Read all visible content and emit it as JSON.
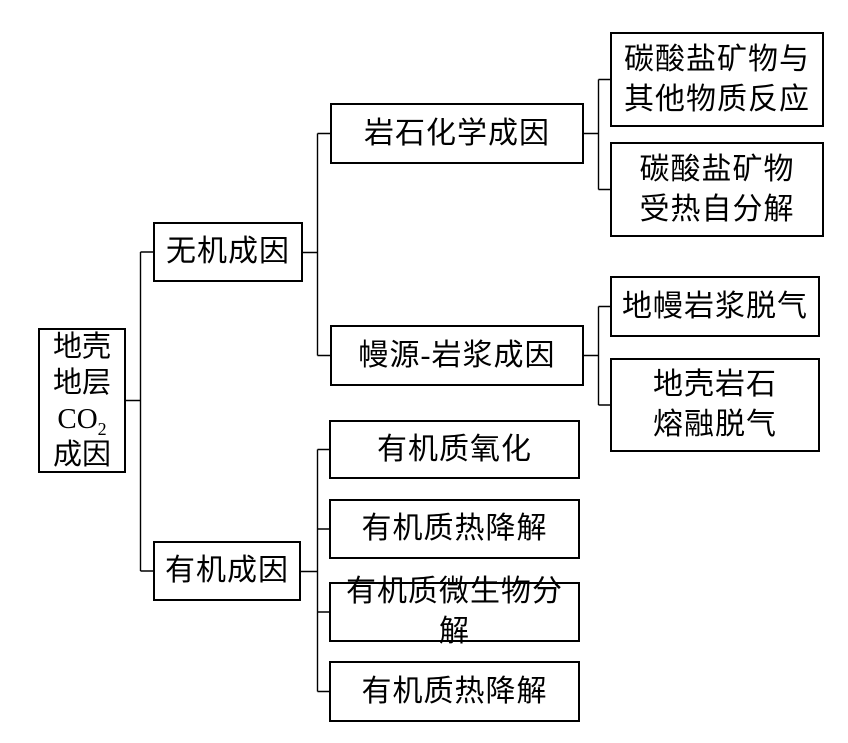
{
  "colors": {
    "line": "#000000",
    "background": "#ffffff",
    "text": "#000000"
  },
  "nodes": {
    "root": {
      "line1": "地壳",
      "line2": "地层",
      "formula_base": "CO",
      "formula_sub": "2",
      "line4": "成因"
    },
    "inorganic": {
      "label": "无机成因"
    },
    "organic": {
      "label": "有机成因"
    },
    "rock_chemical": {
      "label": "岩石化学成因"
    },
    "mantle_magma": {
      "label": "幔源-岩浆成因"
    },
    "carbonate_reaction": {
      "label": "碳酸盐矿物与\n其他物质反应"
    },
    "carbonate_self_decomposition": {
      "label": "碳酸盐矿物\n受热自分解"
    },
    "mantle_magma_degassing": {
      "label": "地幔岩浆脱气"
    },
    "crust_rock_melting_degassing": {
      "label": "地壳岩石\n熔融脱气"
    },
    "organic_oxidation": {
      "label": "有机质氧化"
    },
    "organic_thermal_degradation_1": {
      "label": "有机质热降解"
    },
    "organic_microbial_decomposition": {
      "label": "有机质微生物分解"
    },
    "organic_thermal_degradation_2": {
      "label": "有机质热降解"
    }
  }
}
